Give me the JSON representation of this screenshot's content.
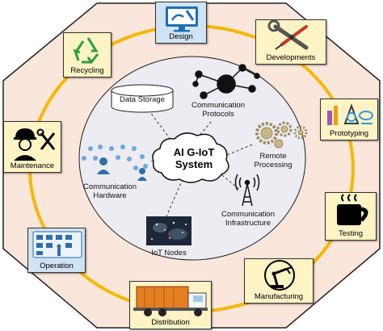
{
  "center": {
    "line1": "AI G-IoT",
    "line2": "System"
  },
  "inner_labels": {
    "data_storage": "Data Storage",
    "communication_protocols": [
      "Communication",
      "Protocols"
    ],
    "remote_processing": [
      "Remote",
      "Processing"
    ],
    "communication_infrastructure": [
      "Communication",
      "Infrastructure"
    ],
    "iot_nodes": "IoT Nodes",
    "communication_hardware": [
      "Communication",
      "Hardware"
    ]
  },
  "lifecycle": {
    "design": "Design",
    "developments": "Developments",
    "prototyping": "Prototyping",
    "testing": "Testing",
    "manufacturing": "Manufacturing",
    "distribution": "Distribution",
    "operation": "Operation",
    "maintenance": "Maintenance",
    "recycling": "Recycling"
  },
  "colors": {
    "octagon_fill": "#fbe6dc",
    "ring": "#f5b800",
    "inner_circle": "#ececf2",
    "card_fill": "#fdf3c4",
    "operation_fill": "#cfe3f5",
    "design_fill": "#cfe3f5"
  }
}
